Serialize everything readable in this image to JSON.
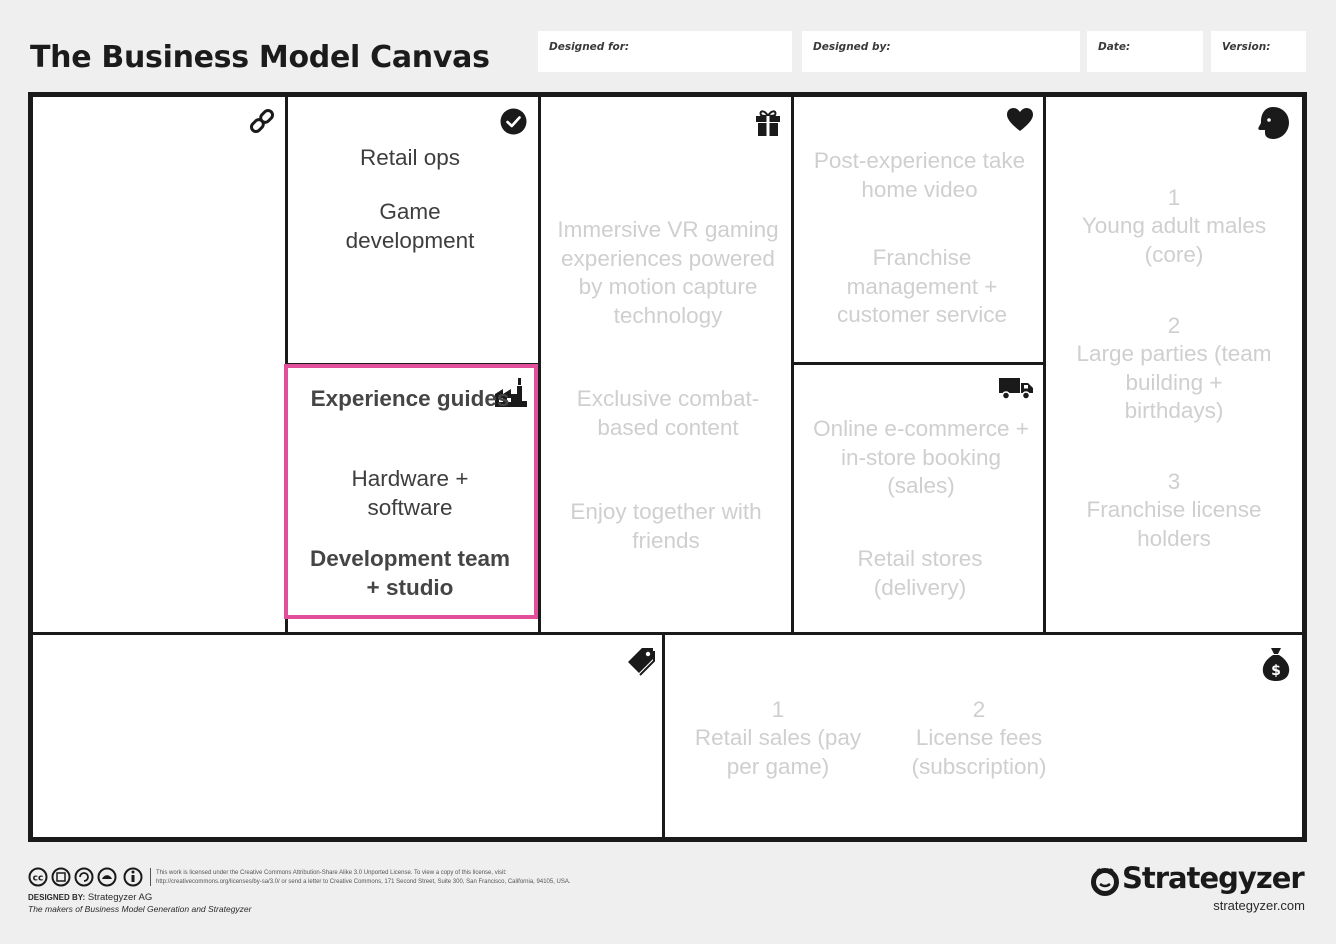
{
  "header": {
    "title": "The Business Model Canvas",
    "designed_for_label": "Designed for:",
    "designed_by_label": "Designed by:",
    "date_label": "Date:",
    "version_label": "Version:"
  },
  "key_activities": {
    "items": [
      "Retail ops",
      "Game development"
    ]
  },
  "key_resources": {
    "items": [
      "Experience guides",
      "Hardware + software",
      "Development team + studio"
    ]
  },
  "value_propositions": {
    "items": [
      "Immersive VR gaming experiences powered by motion capture technology",
      "Exclusive combat-based content",
      "Enjoy together with friends"
    ]
  },
  "customer_relationships": {
    "items": [
      "Post-experience take home video",
      "Franchise management + customer service"
    ]
  },
  "channels": {
    "items": [
      "Online e-commerce + in-store booking (sales)",
      "Retail stores (delivery)"
    ]
  },
  "customer_segments": {
    "items": [
      {
        "num": "1",
        "text": "Young adult males (core)"
      },
      {
        "num": "2",
        "text": "Large parties (team building + birthdays)"
      },
      {
        "num": "3",
        "text": "Franchise license holders"
      }
    ]
  },
  "revenue_streams": {
    "items": [
      {
        "num": "1",
        "text": "Retail sales (pay per game)"
      },
      {
        "num": "2",
        "text": "License fees (subscription)"
      }
    ]
  },
  "icons": {
    "key_partners": "link-icon",
    "key_activities": "checkmark-icon",
    "key_resources": "factory-icon",
    "value_propositions": "gift-icon",
    "customer_relationships": "heart-icon",
    "channels": "truck-icon",
    "customer_segments": "head-icon",
    "cost_structure": "price-tag-icon",
    "revenue_streams": "money-bag-icon"
  },
  "colors": {
    "highlight": "#e14f9b",
    "faint_text": "#cfcfcf",
    "dark_text": "#3e3e3e"
  },
  "footer": {
    "license": "This work is licensed under the Creative Commons Attribution-Share Alike 3.0 Unported License. To view a copy of this license, visit:",
    "license2": "http://creativecommons.org/licenses/by-sa/3.0/ or send a letter to Creative Commons, 171 Second Street, Suite 300, San Francisco, California, 94105, USA.",
    "designed_by_label": "DESIGNED BY:",
    "designed_by_value": "Strategyzer AG",
    "makers": "The makers of Business Model Generation and Strategyzer",
    "brand": "Strategyzer",
    "url": "strategyzer.com"
  }
}
